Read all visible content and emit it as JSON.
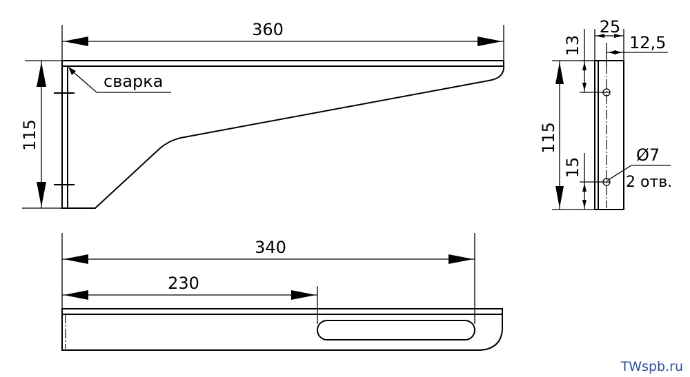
{
  "dimensions": {
    "overall_length": "360",
    "bracket_height": "115",
    "bottom_length": "340",
    "slot_start": "230",
    "plate_width": "25",
    "hole_offset_x": "12,5",
    "hole_top_offset": "13",
    "plate_height": "115",
    "hole_bottom_offset": "15"
  },
  "notes": {
    "weld": "сварка",
    "hole_diameter": "Ø7",
    "hole_count": "2 отв."
  },
  "watermark": "TWspb.ru",
  "colors": {
    "lines": "#000000",
    "watermark": "#2f4f9a"
  }
}
